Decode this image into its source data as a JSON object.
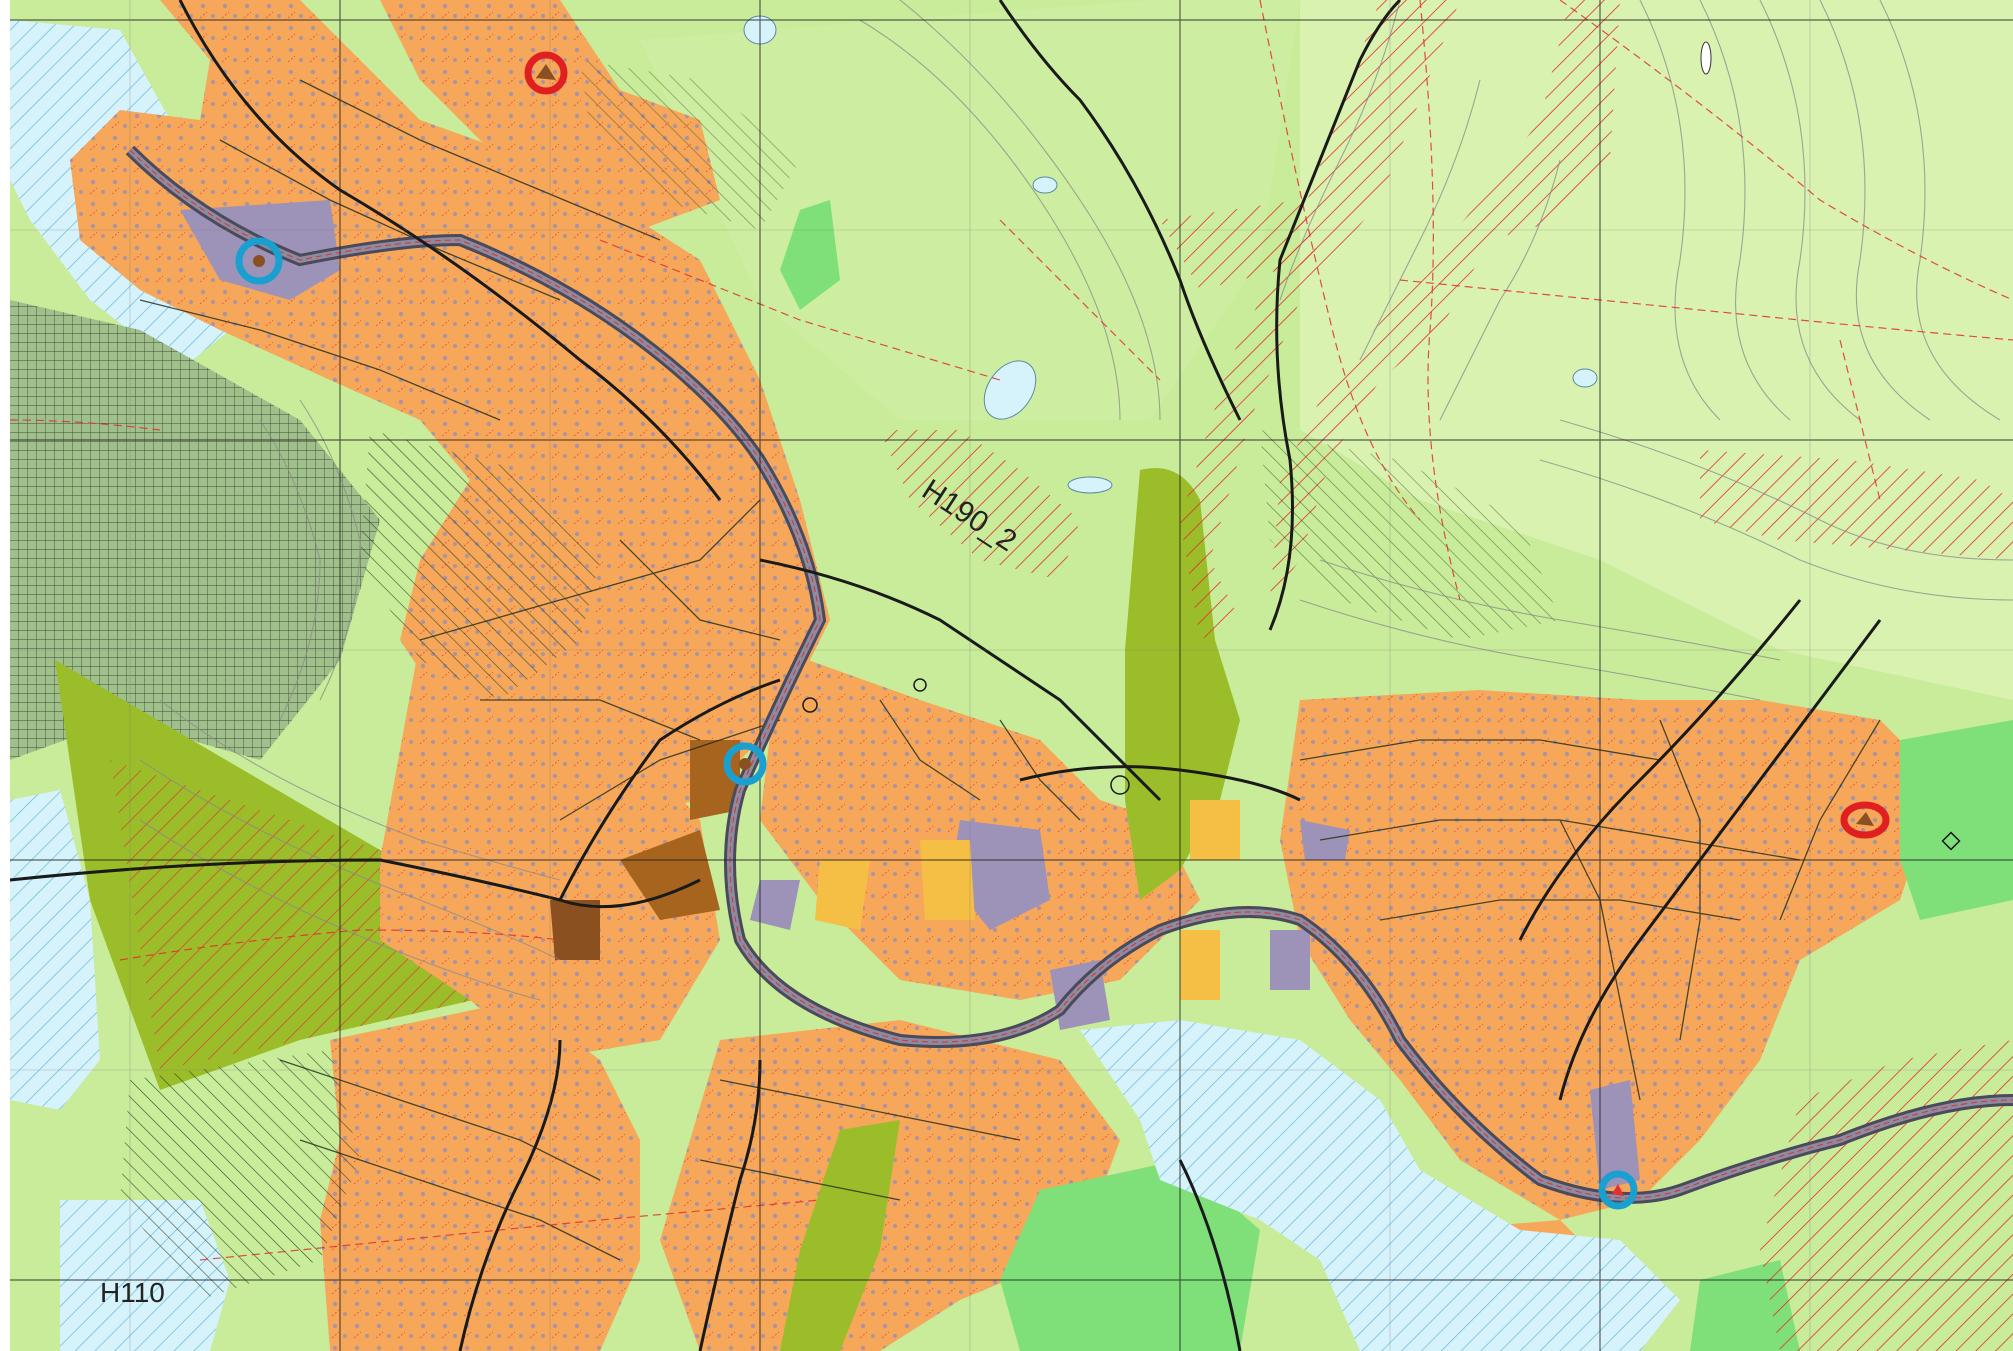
{
  "map": {
    "labels": [
      {
        "id": "h190-2",
        "text": "H190_2"
      },
      {
        "id": "h110",
        "text": "H110"
      }
    ],
    "markers": [
      {
        "id": "red-marker-1",
        "color": "#e02020",
        "kind": "red circle"
      },
      {
        "id": "red-marker-2",
        "color": "#e02020",
        "kind": "red circle"
      },
      {
        "id": "blue-marker-1",
        "color": "#1aa0d0",
        "kind": "blue circle"
      },
      {
        "id": "blue-marker-2",
        "color": "#1aa0d0",
        "kind": "blue circle"
      },
      {
        "id": "blue-marker-3",
        "color": "#1aa0d0",
        "kind": "blue circle"
      }
    ],
    "colors": {
      "background_green": "#c8ec9a",
      "forest_green": "#dff3b0",
      "residential_orange": "#f6a75a",
      "residential_dark": "#e8913c",
      "olive_green": "#9cbd2a",
      "bright_green": "#7fe07a",
      "water_blue": "#d6f2fb",
      "purple_area": "#9d92b8",
      "brown_area": "#a6641f",
      "road_gray": "#6a6a7a",
      "hatch_red": "#e03030",
      "grid_black": "#202020",
      "contour_gray": "#8a8a8a"
    }
  }
}
